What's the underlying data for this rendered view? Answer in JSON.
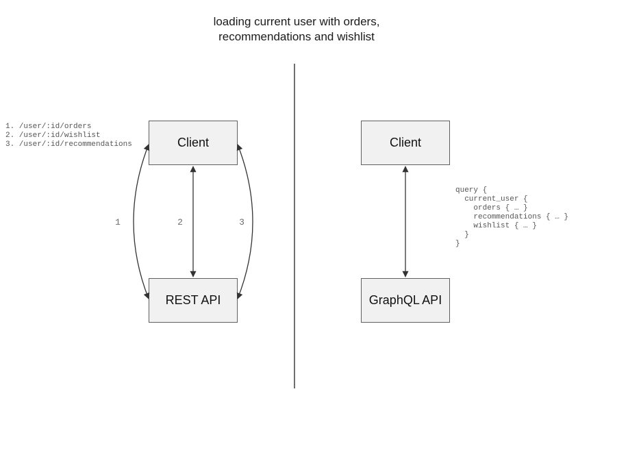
{
  "title": {
    "line1": "loading current user with orders,",
    "line2": "recommendations and wishlist"
  },
  "rest_panel": {
    "client_label": "Client",
    "api_label": "REST API",
    "endpoints": [
      "1. /user/:id/orders",
      "2. /user/:id/wishlist",
      "3. /user/:id/recommendations"
    ],
    "arrow_labels": [
      "1",
      "2",
      "3"
    ]
  },
  "graphql_panel": {
    "client_label": "Client",
    "api_label": "GraphQL API",
    "query_lines": [
      "query {",
      "  current_user {",
      "    orders { … }",
      "    recommendations { … }",
      "    wishlist { … }",
      "  }",
      "}"
    ]
  },
  "colors": {
    "background": "#ffffff",
    "box_fill": "#f1f1f1",
    "box_border": "#5f5f5f",
    "arrow": "#333333",
    "mono_text": "#555555",
    "arrow_label_text": "#6b6b6b",
    "title_text": "#1a1a1a",
    "divider": "#6e6e6e"
  }
}
